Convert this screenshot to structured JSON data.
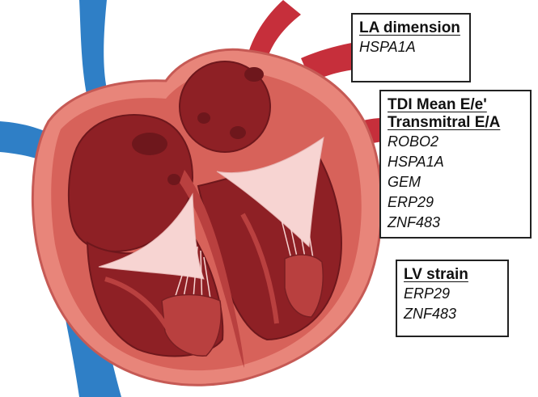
{
  "labels": {
    "la_dimension": {
      "titles": [
        "LA dimension"
      ],
      "genes": [
        "HSPA1A"
      ]
    },
    "tdi": {
      "titles": [
        "TDI Mean E/e'",
        "Transmitral E/A"
      ],
      "genes": [
        "ROBO2",
        "HSPA1A",
        "GEM",
        "ERP29",
        "ZNF483"
      ]
    },
    "lv_strain": {
      "titles": [
        "LV strain"
      ],
      "genes": [
        "ERP29",
        "ZNF483"
      ]
    }
  },
  "colors": {
    "vessel_blue": "#2f7fc6",
    "vessel_red": "#c62f3b",
    "wall_outer": "#e8857a",
    "wall_inner": "#d7625a",
    "chamber": "#8e2025",
    "chamber_dark": "#6e171c",
    "valve": "#f7d4d2",
    "muscle": "#b9403f",
    "outline": "#7a1e22"
  }
}
